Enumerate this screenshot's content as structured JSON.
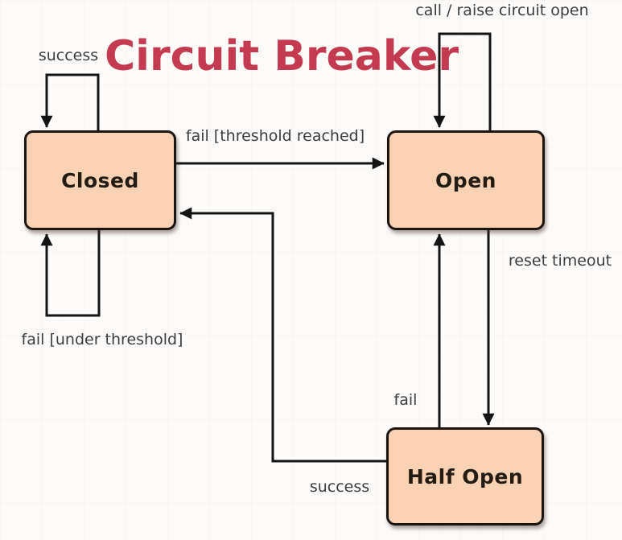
{
  "title": {
    "text": "Circuit Breaker"
  },
  "states": [
    {
      "id": "closed",
      "label": "Closed"
    },
    {
      "id": "open",
      "label": "Open"
    },
    {
      "id": "half-open",
      "label": "Half Open"
    }
  ],
  "transitions": [
    {
      "id": "closed-success-loop",
      "from": "Closed",
      "to": "Closed",
      "label": "success"
    },
    {
      "id": "open-call-loop",
      "from": "Open",
      "to": "Open",
      "label": "call / raise circuit open"
    },
    {
      "id": "closed-to-open",
      "from": "Closed",
      "to": "Open",
      "label": "fail [threshold reached]"
    },
    {
      "id": "closed-fail-loop",
      "from": "Closed",
      "to": "Closed",
      "label": "fail [under threshold]"
    },
    {
      "id": "open-to-halfopen",
      "from": "Open",
      "to": "Half Open",
      "label": "reset timeout"
    },
    {
      "id": "halfopen-to-open",
      "from": "Half Open",
      "to": "Open",
      "label": "fail"
    },
    {
      "id": "halfopen-to-closed",
      "from": "Half Open",
      "to": "Closed",
      "label": "success"
    }
  ],
  "colors": {
    "title": "#c43a50",
    "state_fill": "#f8d2b3",
    "state_border": "#1b1512",
    "state_text": "#241b12",
    "arrow": "#141414",
    "label_text": "#3d3d3d",
    "background": "#fcfbfa"
  }
}
